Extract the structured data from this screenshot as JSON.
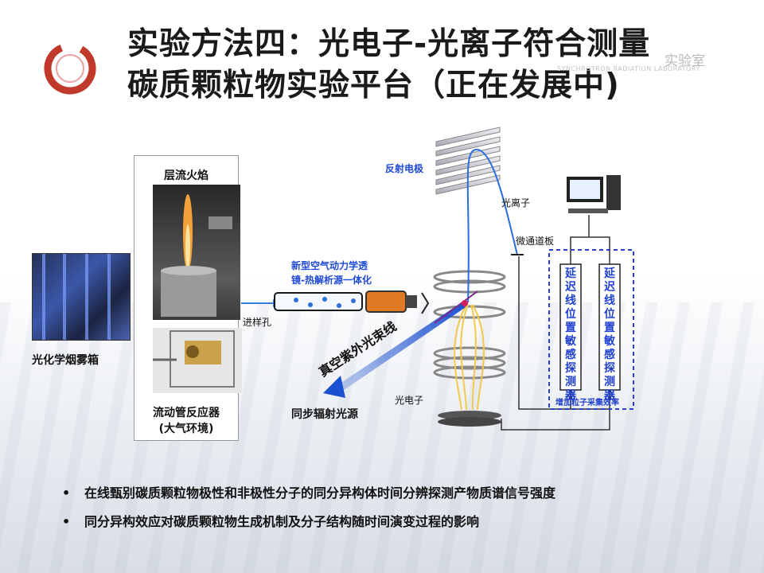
{
  "title": {
    "line1": "实验方法四：光电子-光离子符合测量",
    "line2": "碳质颗粒物实验平台（正在发展中)"
  },
  "lab": {
    "cn": "实验室",
    "en": "SYNCHROTRON RADIATION LABORATORY"
  },
  "left_photo": {
    "caption": "光化学烟雾箱"
  },
  "sample_box": {
    "top_label": "层流火焰",
    "bottom_label_1": "流动管反应器",
    "bottom_label_2": "(大气环境)"
  },
  "diagram": {
    "inlet": "进样孔",
    "lens_line1": "新型空气动力学透",
    "lens_line2": "镜-热解析源一体化",
    "reflector": "反射电极",
    "photoion": "光离子",
    "mcp": "微通道板",
    "photoelectron": "光电子",
    "vacuum_uv": "真空紫外光束线",
    "sync_source": "同步辐射光源",
    "detector1": "延迟线位置敏感探测器",
    "detector2": "延迟线位置敏感探测器",
    "efficiency": "增加粒子采集效率"
  },
  "bullets": [
    "在线甄别碳质颗粒物极性和非极性分子的同分异构体时间分辨探测产物质谱信号强度",
    "同分异构效应对碳质颗粒物生成机制及分子结构随时间演变过程的影响"
  ],
  "colors": {
    "accent_blue": "#1f3fd0",
    "logo_red": "#c0392b"
  }
}
